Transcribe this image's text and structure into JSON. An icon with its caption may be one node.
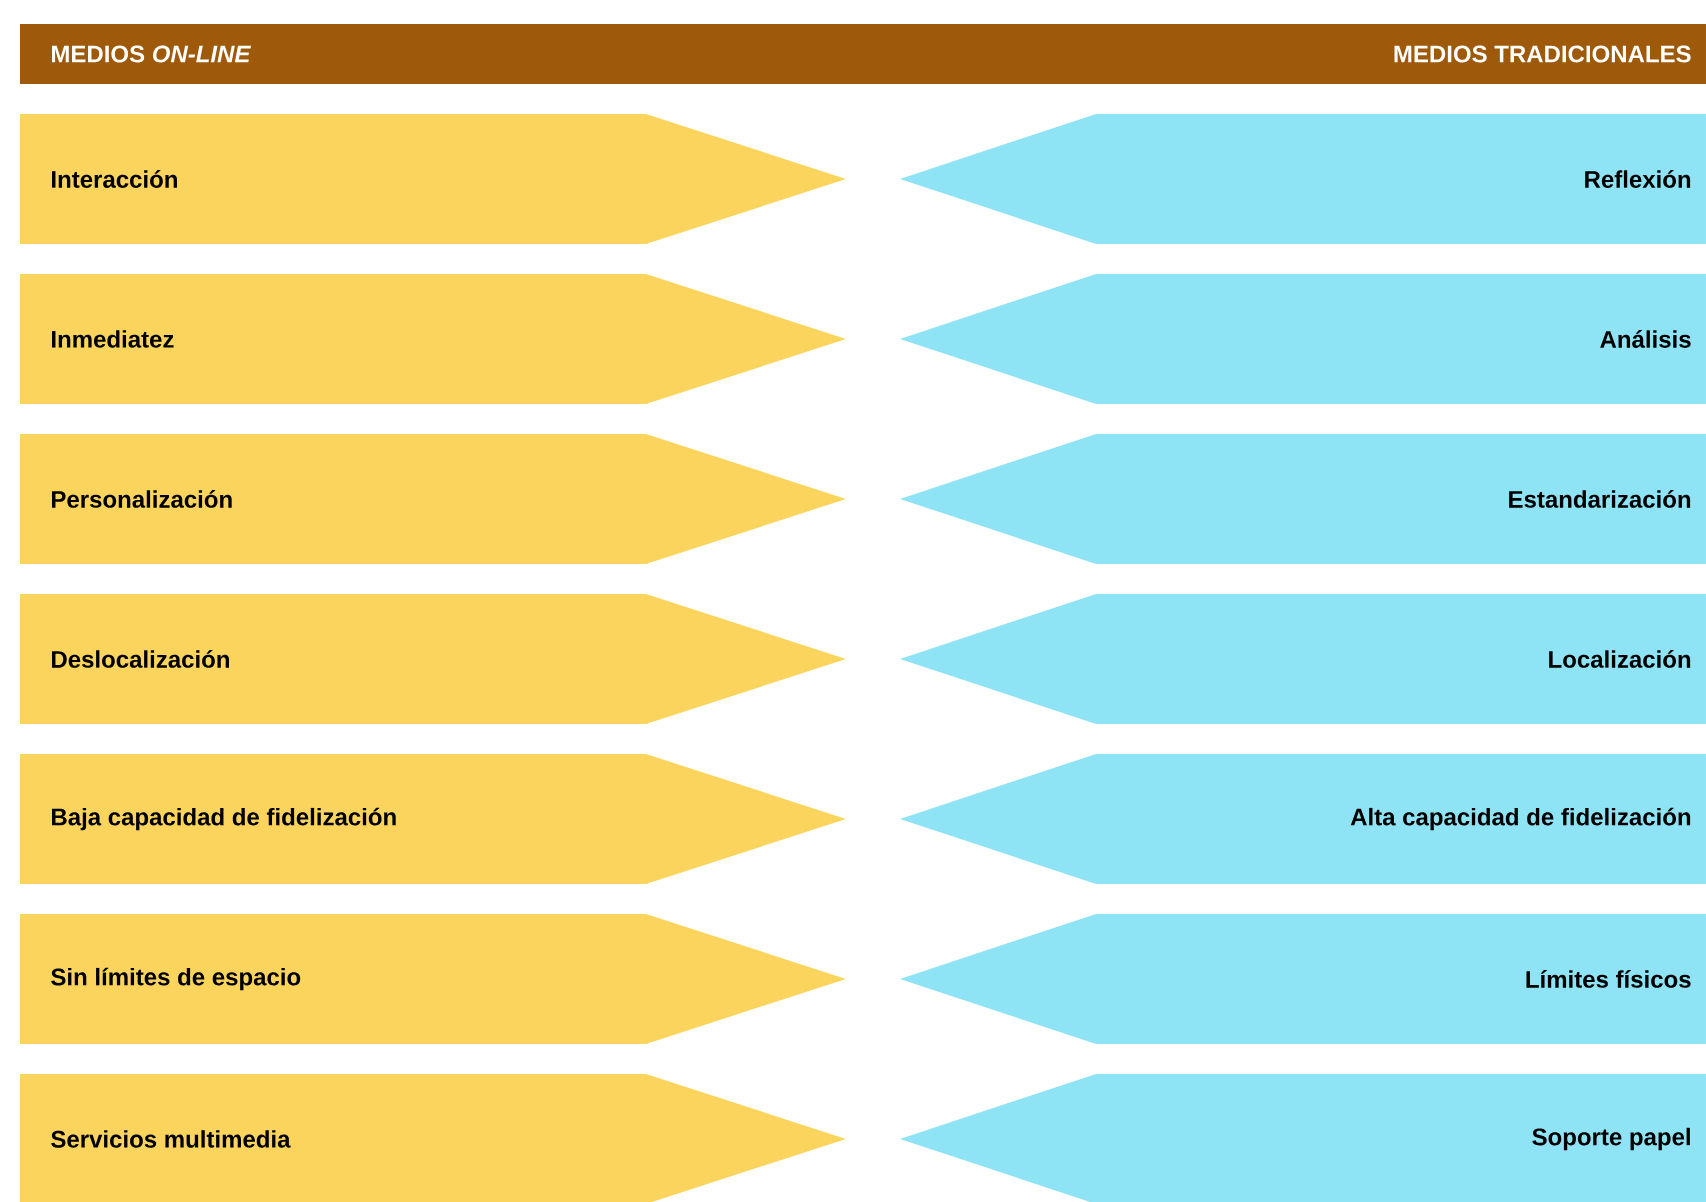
{
  "diagram": {
    "nodes": [
      {
        "text": [
          "MEDIOS *ON-LINE*",
          "MEDIOS TRADICIONALES"
        ]
      },
      {
        "text": [
          "Interacción"
        ]
      },
      {
        "text": [
          "Reflexión"
        ]
      },
      {
        "text": [
          "Inmediatez"
        ]
      },
      {
        "text": [
          "Análisis"
        ]
      },
      {
        "text": [
          "Personalización"
        ]
      },
      {
        "text": [
          "Estandarización"
        ]
      },
      {
        "text": [
          "Deslocalización"
        ]
      },
      {
        "text": [
          "Localización"
        ]
      },
      {
        "text": [
          "Baja capacidad de fidelización"
        ]
      },
      {
        "text": [
          "Alta capacidad de fidelización"
        ]
      },
      {
        "text": [
          "Sin límites de espacio"
        ]
      },
      {
        "text": [
          "Límites físicos"
        ]
      },
      {
        "text": [
          "Servicios multimedia"
        ]
      },
      {
        "text": [
          "Soporte papel"
        ]
      }
    ]
  }
}
